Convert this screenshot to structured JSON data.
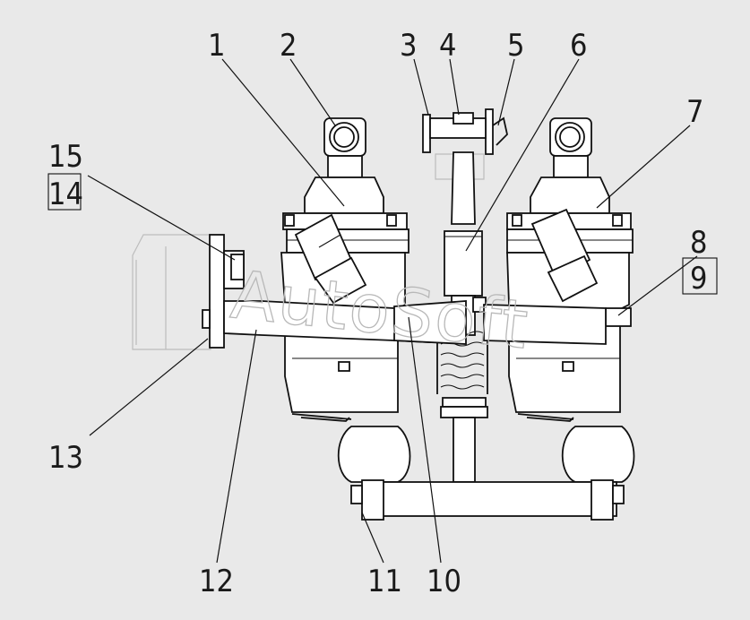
{
  "watermark": "AutoSoft",
  "callouts": [
    {
      "id": "1",
      "text": "1"
    },
    {
      "id": "2",
      "text": "2"
    },
    {
      "id": "3",
      "text": "3"
    },
    {
      "id": "4",
      "text": "4"
    },
    {
      "id": "5",
      "text": "5"
    },
    {
      "id": "6",
      "text": "6"
    },
    {
      "id": "7",
      "text": "7"
    },
    {
      "id": "8",
      "text": "8"
    },
    {
      "id": "9",
      "text": "9"
    },
    {
      "id": "10",
      "text": "10"
    },
    {
      "id": "11",
      "text": "11"
    },
    {
      "id": "12",
      "text": "12"
    },
    {
      "id": "13",
      "text": "13"
    },
    {
      "id": "14",
      "text": "14"
    },
    {
      "id": "15",
      "text": "15"
    }
  ],
  "colors": {
    "background": "#e9e9e9",
    "line": "#111111",
    "watermark": "#b8b8b8"
  }
}
